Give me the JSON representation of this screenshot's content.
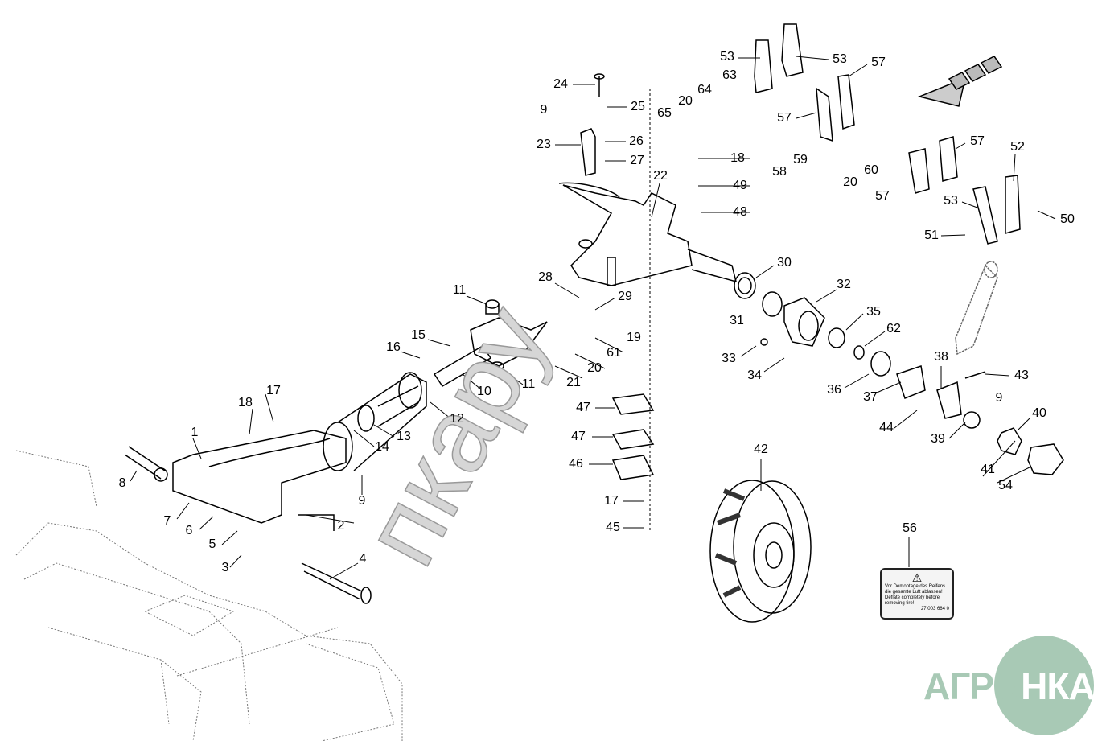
{
  "diagram": {
    "callouts": [
      "24",
      "25",
      "9",
      "26",
      "23",
      "27",
      "65",
      "20",
      "64",
      "63",
      "53",
      "53",
      "57",
      "57",
      "59",
      "58",
      "20",
      "60",
      "18",
      "49",
      "48",
      "22",
      "57",
      "52",
      "57",
      "53",
      "50",
      "51",
      "30",
      "32",
      "28",
      "29",
      "11",
      "31",
      "35",
      "62",
      "19",
      "15",
      "16",
      "61",
      "20",
      "33",
      "34",
      "38",
      "43",
      "9",
      "11",
      "21",
      "10",
      "36",
      "37",
      "12",
      "47",
      "13",
      "14",
      "18",
      "17",
      "1",
      "47",
      "44",
      "39",
      "40",
      "42",
      "46",
      "8",
      "41",
      "54",
      "9",
      "2",
      "17",
      "7",
      "6",
      "5",
      "45",
      "56",
      "4",
      "3"
    ],
    "warning_label": {
      "line1": "Vor Demontage des Reifens",
      "line2": "die gesamte Luft ablassen!",
      "line3": "Deflate completely before",
      "line4": "removing tire!",
      "code": "27 003 664 0"
    },
    "logo": {
      "text_a": "АГРО",
      "text_b": "НКА"
    },
    "watermark": "пкару",
    "colors": {
      "logo": "#a8c9b5",
      "line": "#000000"
    }
  }
}
